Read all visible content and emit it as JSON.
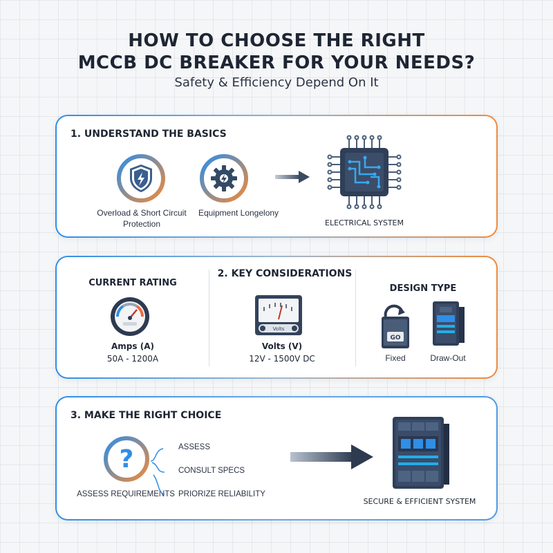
{
  "header": {
    "title_line1": "HOW TO CHOOSE THE RIGHT",
    "title_line2": "MCCB DC BREAKER FOR YOUR NEEDS?",
    "subtitle": "Safety & Efficiency Depend On It"
  },
  "section1": {
    "heading": "1. UNDERSTAND THE BASICS",
    "item1_label": "Overload & Short Circuit Protection",
    "item2_label": "Equipment Longelony",
    "target_label": "ELECTRICAL SYSTEM",
    "icons": [
      "shield-lightning-icon",
      "gear-lightning-icon",
      "arrow-right-icon",
      "circuit-chip-icon"
    ]
  },
  "section2": {
    "heading": "2. KEY CONSIDERATIONS",
    "current": {
      "heading": "CURRENT RATING",
      "unit": "Amps (A)",
      "range": "50A - 1200A"
    },
    "voltage": {
      "meter_text": "Volts",
      "unit": "Volts (V)",
      "range": "12V - 1500V DC"
    },
    "design": {
      "heading": "DESIGN TYPE",
      "option1": "Fixed",
      "option2": "Draw-Out",
      "fixed_badge": "GO"
    },
    "icons": [
      "gauge-icon",
      "voltmeter-icon",
      "fixed-breaker-icon",
      "drawout-breaker-icon"
    ]
  },
  "section3": {
    "heading": "3. MAKE THE RIGHT CHOICE",
    "question_label": "ASSESS REQUIREMENTS",
    "steps": [
      "ASSESS",
      "CONSULT SPECS",
      "PRIORIZE RELIABILITY"
    ],
    "result_label": "SECURE & EFFICIENT SYSTEM",
    "icons": [
      "question-icon",
      "arrow-right-icon",
      "mccb-breaker-icon"
    ]
  },
  "colors": {
    "blue": "#2f8ee6",
    "orange": "#ef8a3c",
    "navy": "#1e2533",
    "slate": "#334a66"
  }
}
